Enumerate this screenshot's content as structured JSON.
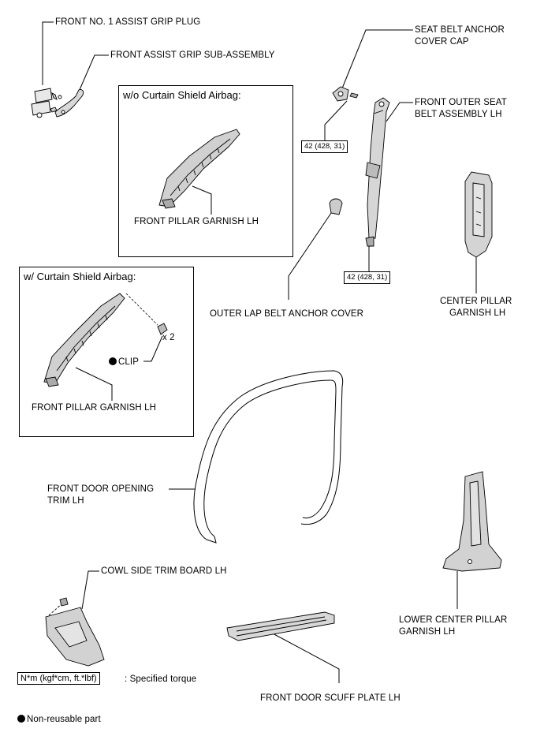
{
  "labels": {
    "assist_grip_plug": "FRONT NO. 1 ASSIST GRIP PLUG",
    "assist_grip": "FRONT ASSIST GRIP SUB-ASSEMBLY",
    "seat_belt_cap_1": "SEAT BELT ANCHOR",
    "seat_belt_cap_2": "COVER CAP",
    "outer_seat_belt_1": "FRONT OUTER SEAT",
    "outer_seat_belt_2": "BELT ASSEMBLY LH",
    "pillar_garnish_a": "FRONT PILLAR GARNISH LH",
    "pillar_garnish_b": "FRONT PILLAR GARNISH LH",
    "lap_belt_cover": "OUTER LAP BELT ANCHOR COVER",
    "center_pillar_1": "CENTER PILLAR",
    "center_pillar_2": "GARNISH LH",
    "clip": "CLIP",
    "clip_qty": "x 2",
    "door_trim_1": "FRONT DOOR OPENING",
    "door_trim_2": "TRIM LH",
    "cowl_board": "COWL SIDE TRIM BOARD LH",
    "lower_center_1": "LOWER CENTER PILLAR",
    "lower_center_2": "GARNISH LH",
    "scuff_plate": "FRONT DOOR SCUFF PLATE LH"
  },
  "boxes": {
    "without_airbag": "w/o Curtain Shield Airbag:",
    "with_airbag": "w/ Curtain Shield Airbag:"
  },
  "torque": {
    "upper": "42 (428, 31)",
    "lower": "42 (428, 31)"
  },
  "legend": {
    "unit_box": "N*m (kgf*cm, ft.*lbf)",
    "unit_text": ": Specified torque",
    "nonreusable": "Non-reusable part"
  }
}
